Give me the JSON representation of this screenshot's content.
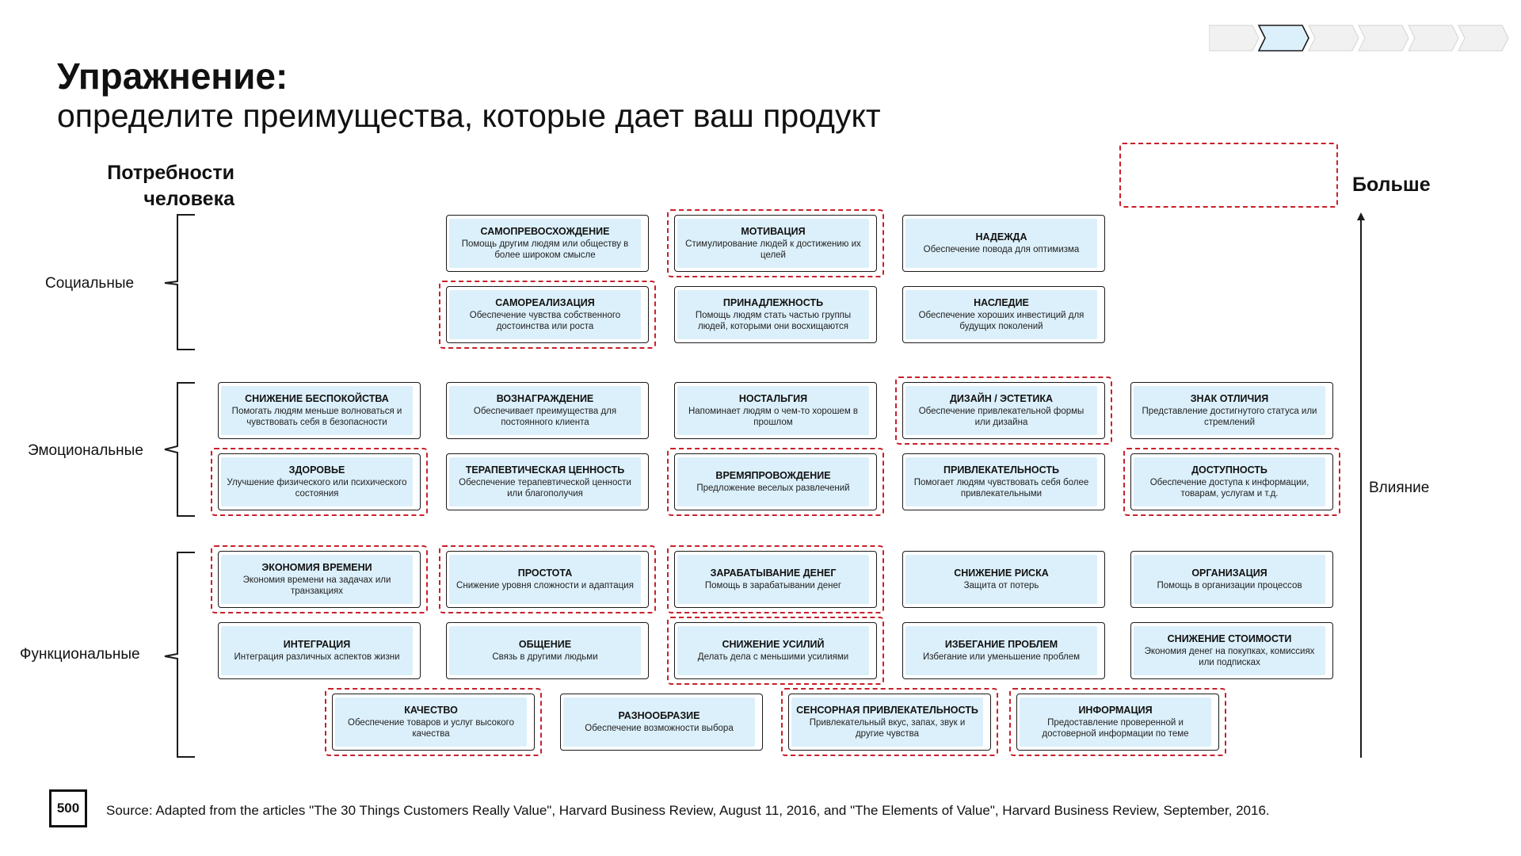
{
  "header": {
    "title": "Упражнение:",
    "subtitle": "определите преимущества, которые дает ваш продукт"
  },
  "progress": {
    "steps": 6,
    "active_index": 1
  },
  "axis": {
    "needs_label_line1": "Потребности",
    "needs_label_line2": "человека",
    "categories": {
      "social": "Социальные",
      "emotional": "Эмоциональные",
      "functional": "Функциональные"
    },
    "more_label": "Больше",
    "influence_label": "Влияние"
  },
  "cards": [
    {
      "title": "САМОПРЕВОСХОЖДЕНИЕ",
      "desc": "Помощь другим людям или обществу в более широком смысле",
      "highlighted": false
    },
    {
      "title": "МОТИВАЦИЯ",
      "desc": "Стимулирование людей к достижению их целей",
      "highlighted": true
    },
    {
      "title": "НАДЕЖДА",
      "desc": "Обеспечение повода для оптимизма",
      "highlighted": false
    },
    {
      "title": "САМОРЕАЛИЗАЦИЯ",
      "desc": "Обеспечение чувства собственного достоинства или роста",
      "highlighted": true
    },
    {
      "title": "ПРИНАДЛЕЖНОСТЬ",
      "desc": "Помощь людям стать частью группы людей, которыми они восхищаются",
      "highlighted": false
    },
    {
      "title": "НАСЛЕДИЕ",
      "desc": "Обеспечение хороших инвестиций для будущих поколений",
      "highlighted": false
    },
    {
      "title": "СНИЖЕНИЕ БЕСПОКОЙСТВА",
      "desc": "Помогать людям меньше волноваться и чувствовать себя в безопасности",
      "highlighted": false
    },
    {
      "title": "ВОЗНАГРАЖДЕНИЕ",
      "desc": "Обеспечивает преимущества для постоянного клиента",
      "highlighted": false
    },
    {
      "title": "НОСТАЛЬГИЯ",
      "desc": "Напоминает людям о чем-то хорошем в прошлом",
      "highlighted": false
    },
    {
      "title": "ДИЗАЙН / ЭСТЕТИКА",
      "desc": "Обеспечение привлекательной формы или дизайна",
      "highlighted": true
    },
    {
      "title": "ЗНАК ОТЛИЧИЯ",
      "desc": "Представление достигнутого статуса или стремлений",
      "highlighted": false
    },
    {
      "title": "ЗДОРОВЬЕ",
      "desc": "Улучшение физического или психического состояния",
      "highlighted": true
    },
    {
      "title": "ТЕРАПЕВТИЧЕСКАЯ ЦЕННОСТЬ",
      "desc": "Обеспечение терапевтической ценности или благополучия",
      "highlighted": false
    },
    {
      "title": "ВРЕМЯПРОВОЖДЕНИЕ",
      "desc": "Предложение веселых развлечений",
      "highlighted": true
    },
    {
      "title": "ПРИВЛЕКАТЕЛЬНОСТЬ",
      "desc": "Помогает людям чувствовать себя более привлекательными",
      "highlighted": false
    },
    {
      "title": "ДОСТУПНОСТЬ",
      "desc": "Обеспечение доступа к информации, товарам, услугам и т.д.",
      "highlighted": true
    },
    {
      "title": "ЭКОНОМИЯ ВРЕМЕНИ",
      "desc": "Экономия времени на задачах или транзакциях",
      "highlighted": true
    },
    {
      "title": "ПРОСТОТА",
      "desc": "Снижение уровня сложности и адаптация",
      "highlighted": true
    },
    {
      "title": "ЗАРАБАТЫВАНИЕ ДЕНЕГ",
      "desc": "Помощь в зарабатывании денег",
      "highlighted": true
    },
    {
      "title": "СНИЖЕНИЕ РИСКА",
      "desc": "Защита от потерь",
      "highlighted": false
    },
    {
      "title": "ОРГАНИЗАЦИЯ",
      "desc": "Помощь в организации процессов",
      "highlighted": false
    },
    {
      "title": "ИНТЕГРАЦИЯ",
      "desc": "Интеграция различных аспектов жизни",
      "highlighted": false
    },
    {
      "title": "ОБЩЕНИЕ",
      "desc": "Связь в другими людьми",
      "highlighted": false
    },
    {
      "title": "СНИЖЕНИЕ УСИЛИЙ",
      "desc": "Делать дела с меньшими усилиями",
      "highlighted": true
    },
    {
      "title": "ИЗБЕГАНИЕ ПРОБЛЕМ",
      "desc": "Избегание или уменьшение проблем",
      "highlighted": false
    },
    {
      "title": "СНИЖЕНИЕ СТОИМОСТИ",
      "desc": "Экономия денег на покупках, комиссиях или подписках",
      "highlighted": false
    },
    {
      "title": "КАЧЕСТВО",
      "desc": "Обеспечение товаров и услуг высокого качества",
      "highlighted": true
    },
    {
      "title": "РАЗНООБРАЗИЕ",
      "desc": "Обеспечение возможности выбора",
      "highlighted": false
    },
    {
      "title": "СЕНСОРНАЯ ПРИВЛЕКАТЕЛЬНОСТЬ",
      "desc": "Привлекательный вкус, запах, звук и другие чувства",
      "highlighted": true
    },
    {
      "title": "ИНФОРМАЦИЯ",
      "desc": "Предоставление проверенной и достоверной информации по теме",
      "highlighted": true
    }
  ],
  "footer": {
    "logo_text": "500",
    "source": "Source: Adapted from the articles \"The 30 Things Customers Really Value\", Harvard Business Review, August 11, 2016, and \"The Elements of Value\", Harvard Business Review, September, 2016."
  },
  "colors": {
    "card_fill": "#dcf0fb",
    "highlight_dash": "#c8202a",
    "active_step": "#dcf0fb"
  }
}
